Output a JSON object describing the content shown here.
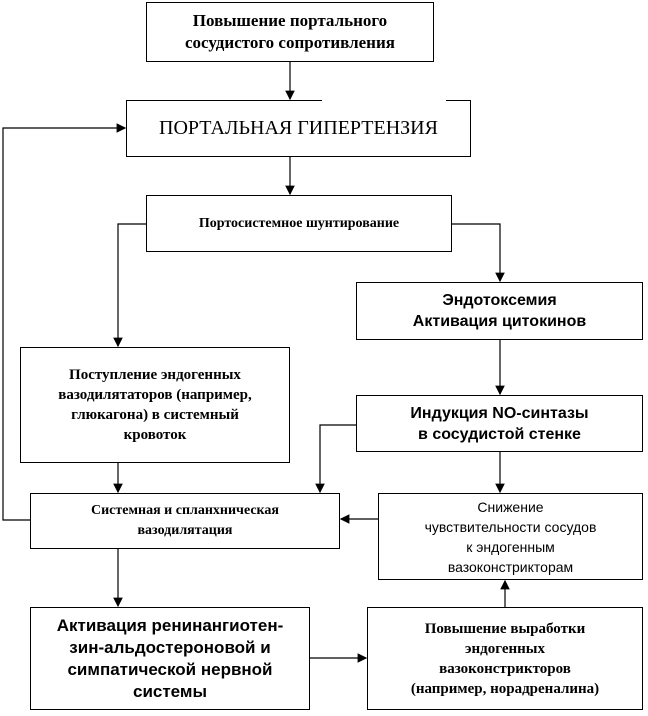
{
  "boxes": {
    "portal_resistance": [
      "Повышение портального",
      "сосудистого сопротивления"
    ],
    "portal_hypertension": "ПОРТАЛЬНАЯ ГИПЕРТЕНЗИЯ",
    "portosystemic_shunting": "Портосистемное шунтирование",
    "endotoxemia": [
      "Эндотоксемия",
      "Активация цитокинов"
    ],
    "vasodilators_entry": [
      "Поступление эндогенных",
      "вазодилятаторов (например,",
      "глюкагона) в системный",
      "кровоток"
    ],
    "no_synthase": [
      "Индукция NO-синтазы",
      "в сосудистой стенке"
    ],
    "systemic_vasodilation": [
      "Системная и спланхническая",
      "вазодилятация"
    ],
    "reduced_sensitivity": [
      "Снижение",
      "чувствительности сосудов",
      "к эндогенным",
      "вазоконстрикторам"
    ],
    "raas_activation": [
      "Активация ренинангиотен-",
      "зин-альдостероновой и",
      "симпатической нервной",
      "системы"
    ],
    "vasoconstrictors_increase": [
      "Повышение выработки",
      "эндогенных",
      "вазоконстрикторов",
      "(например, норадреналина)"
    ]
  }
}
